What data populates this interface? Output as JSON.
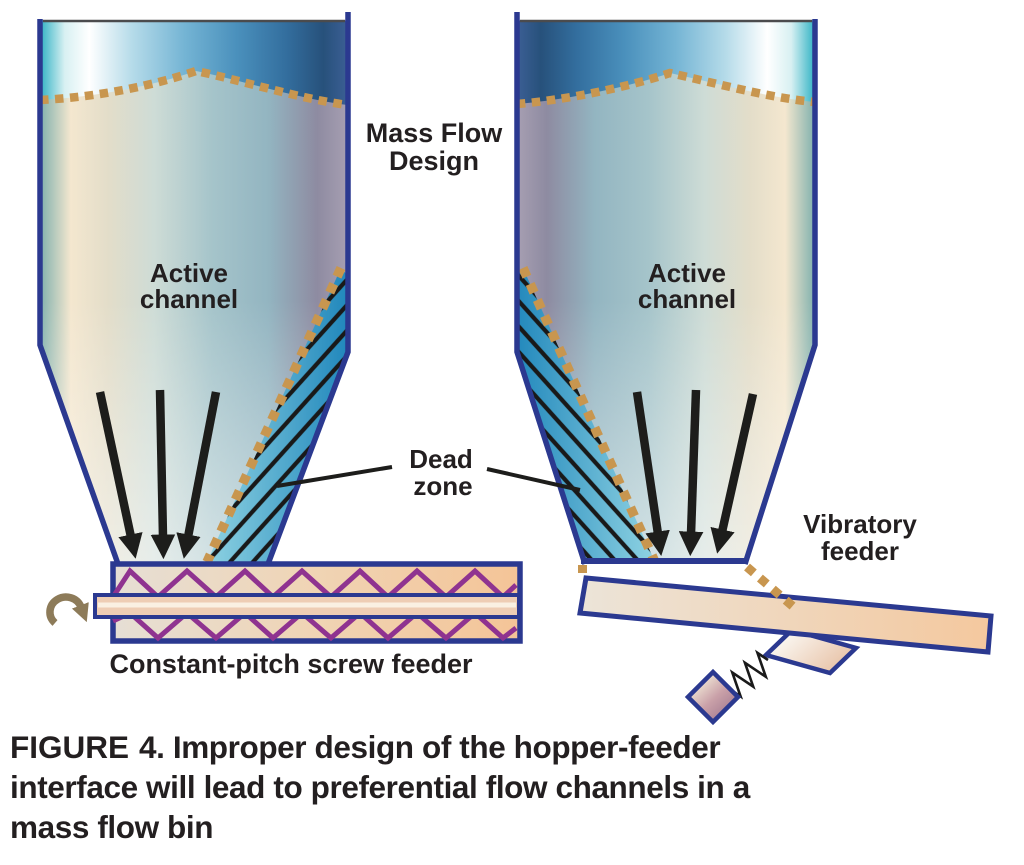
{
  "figure": {
    "design_label": {
      "line1": "Mass Flow",
      "line2": "Design"
    },
    "left_hopper": {
      "channel_label": {
        "line1": "Active",
        "line2": "channel"
      },
      "feeder_label": "Constant-pitch screw feeder"
    },
    "right_hopper": {
      "channel_label": {
        "line1": "Active",
        "line2": "channel"
      },
      "feeder_label": {
        "line1": "Vibratory",
        "line2": "feeder"
      }
    },
    "dead_zone_label": {
      "line1": "Dead",
      "line2": "zone"
    }
  },
  "caption": {
    "tag": "FIGURE",
    "line1_rest": "4. Improper design of the hopper-feeder",
    "line2": "interface will lead to preferential flow channels in a",
    "line3": "mass flow bin"
  },
  "colors": {
    "wall_navy": "#2b3990",
    "dashed_gold": "#c8964f",
    "ink": "#231f20",
    "dead_zone_cyan": "#2e8fc2",
    "screw_purple": "#8f3390",
    "feeder_peach": "#f2c79e",
    "rotation_arrow_brown": "#8d7b59"
  }
}
